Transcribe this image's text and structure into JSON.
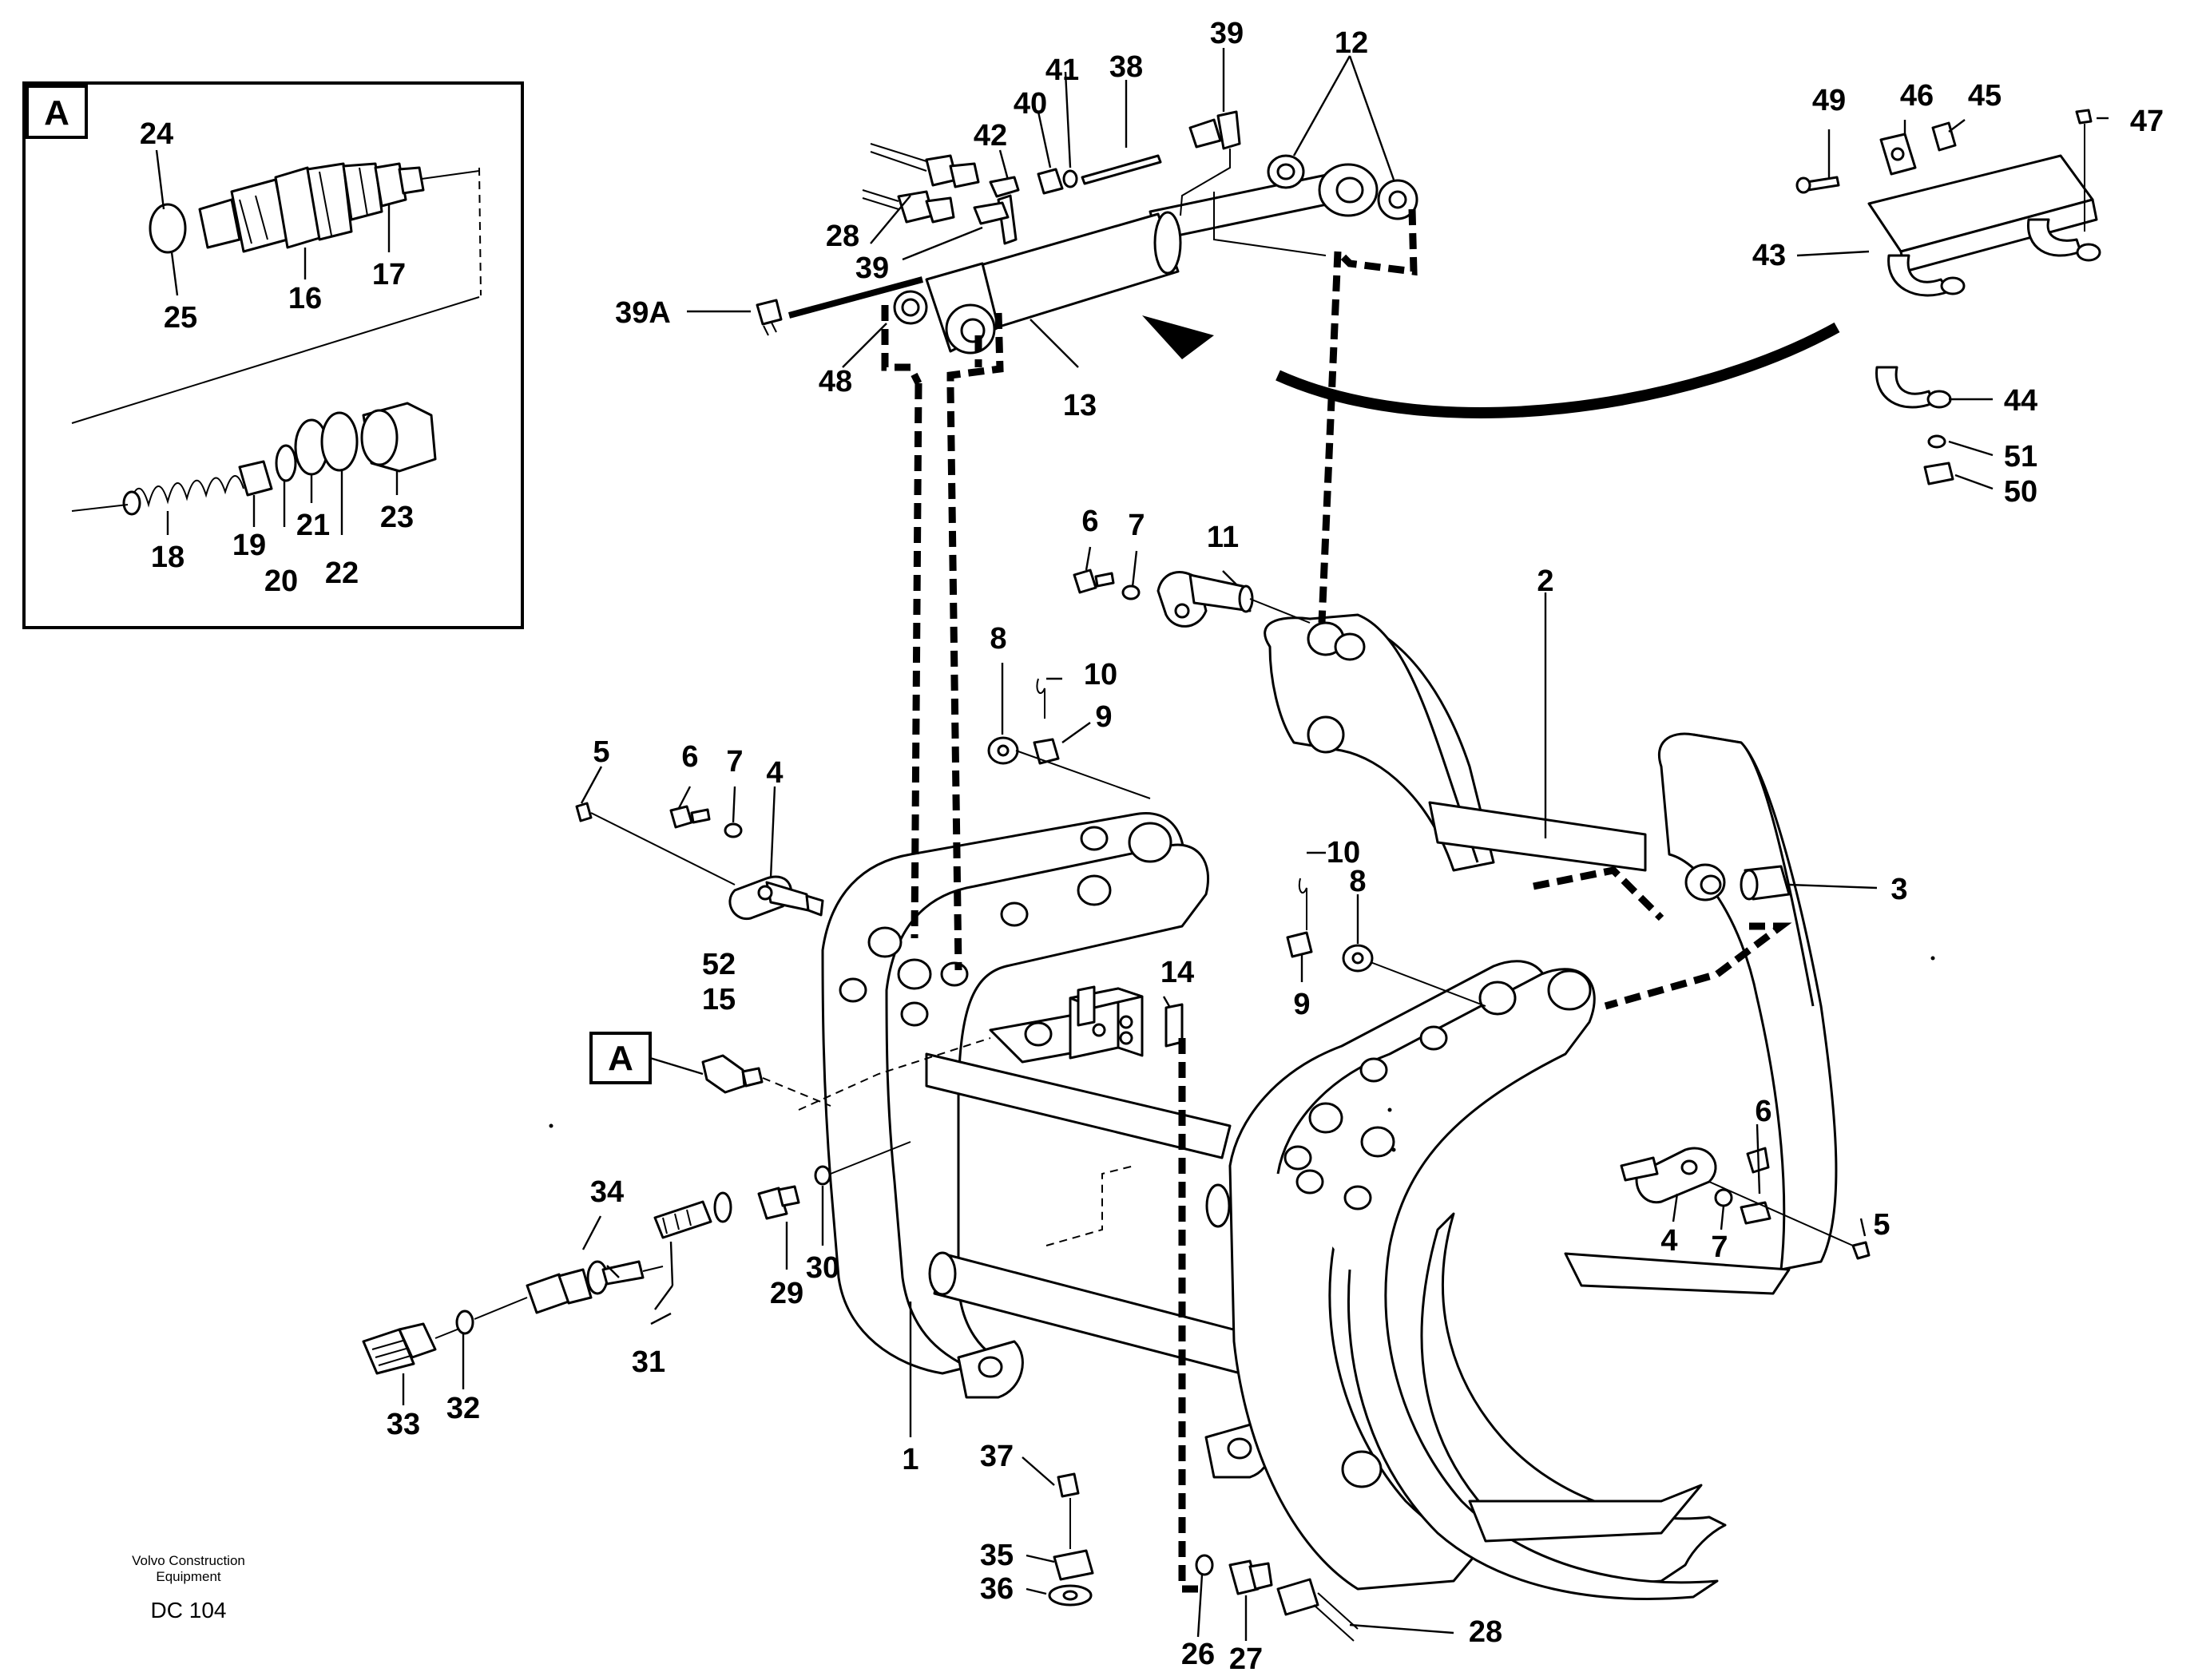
{
  "detail_box": {
    "label": "A",
    "callouts": {
      "c24": "24",
      "c25": "25",
      "c16": "16",
      "c17": "17",
      "c18": "18",
      "c19": "19",
      "c20": "20",
      "c21": "21",
      "c22": "22",
      "c23": "23"
    }
  },
  "detail_reference_label": "A",
  "callouts": {
    "c1": "1",
    "c2": "2",
    "c3": "3",
    "c4a": "4",
    "c4b": "4",
    "c5a": "5",
    "c5b": "5",
    "c6a": "6",
    "c6b": "6",
    "c6c": "6",
    "c7a": "7",
    "c7b": "7",
    "c7c": "7",
    "c8a": "8",
    "c8b": "8",
    "c9a": "9",
    "c9b": "9",
    "c10a": "10",
    "c10b": "10",
    "c11": "11",
    "c12": "12",
    "c13": "13",
    "c14": "14",
    "c15": "15",
    "c52": "52",
    "c26": "26",
    "c27": "27",
    "c28a": "28",
    "c28b": "28",
    "c29": "29",
    "c30": "30",
    "c31": "31",
    "c32": "32",
    "c33": "33",
    "c34": "34",
    "c35": "35",
    "c36": "36",
    "c37": "37",
    "c38": "38",
    "c39a": "39",
    "c39b": "39",
    "c39A": "39A",
    "c40": "40",
    "c41": "41",
    "c42": "42",
    "c43": "43",
    "c44": "44",
    "c45": "45",
    "c46": "46",
    "c47": "47",
    "c48": "48",
    "c49": "49",
    "c50": "50",
    "c51": "51"
  },
  "footer": {
    "line1": "Volvo Construction",
    "line2": "Equipment",
    "code": "DC 104"
  }
}
